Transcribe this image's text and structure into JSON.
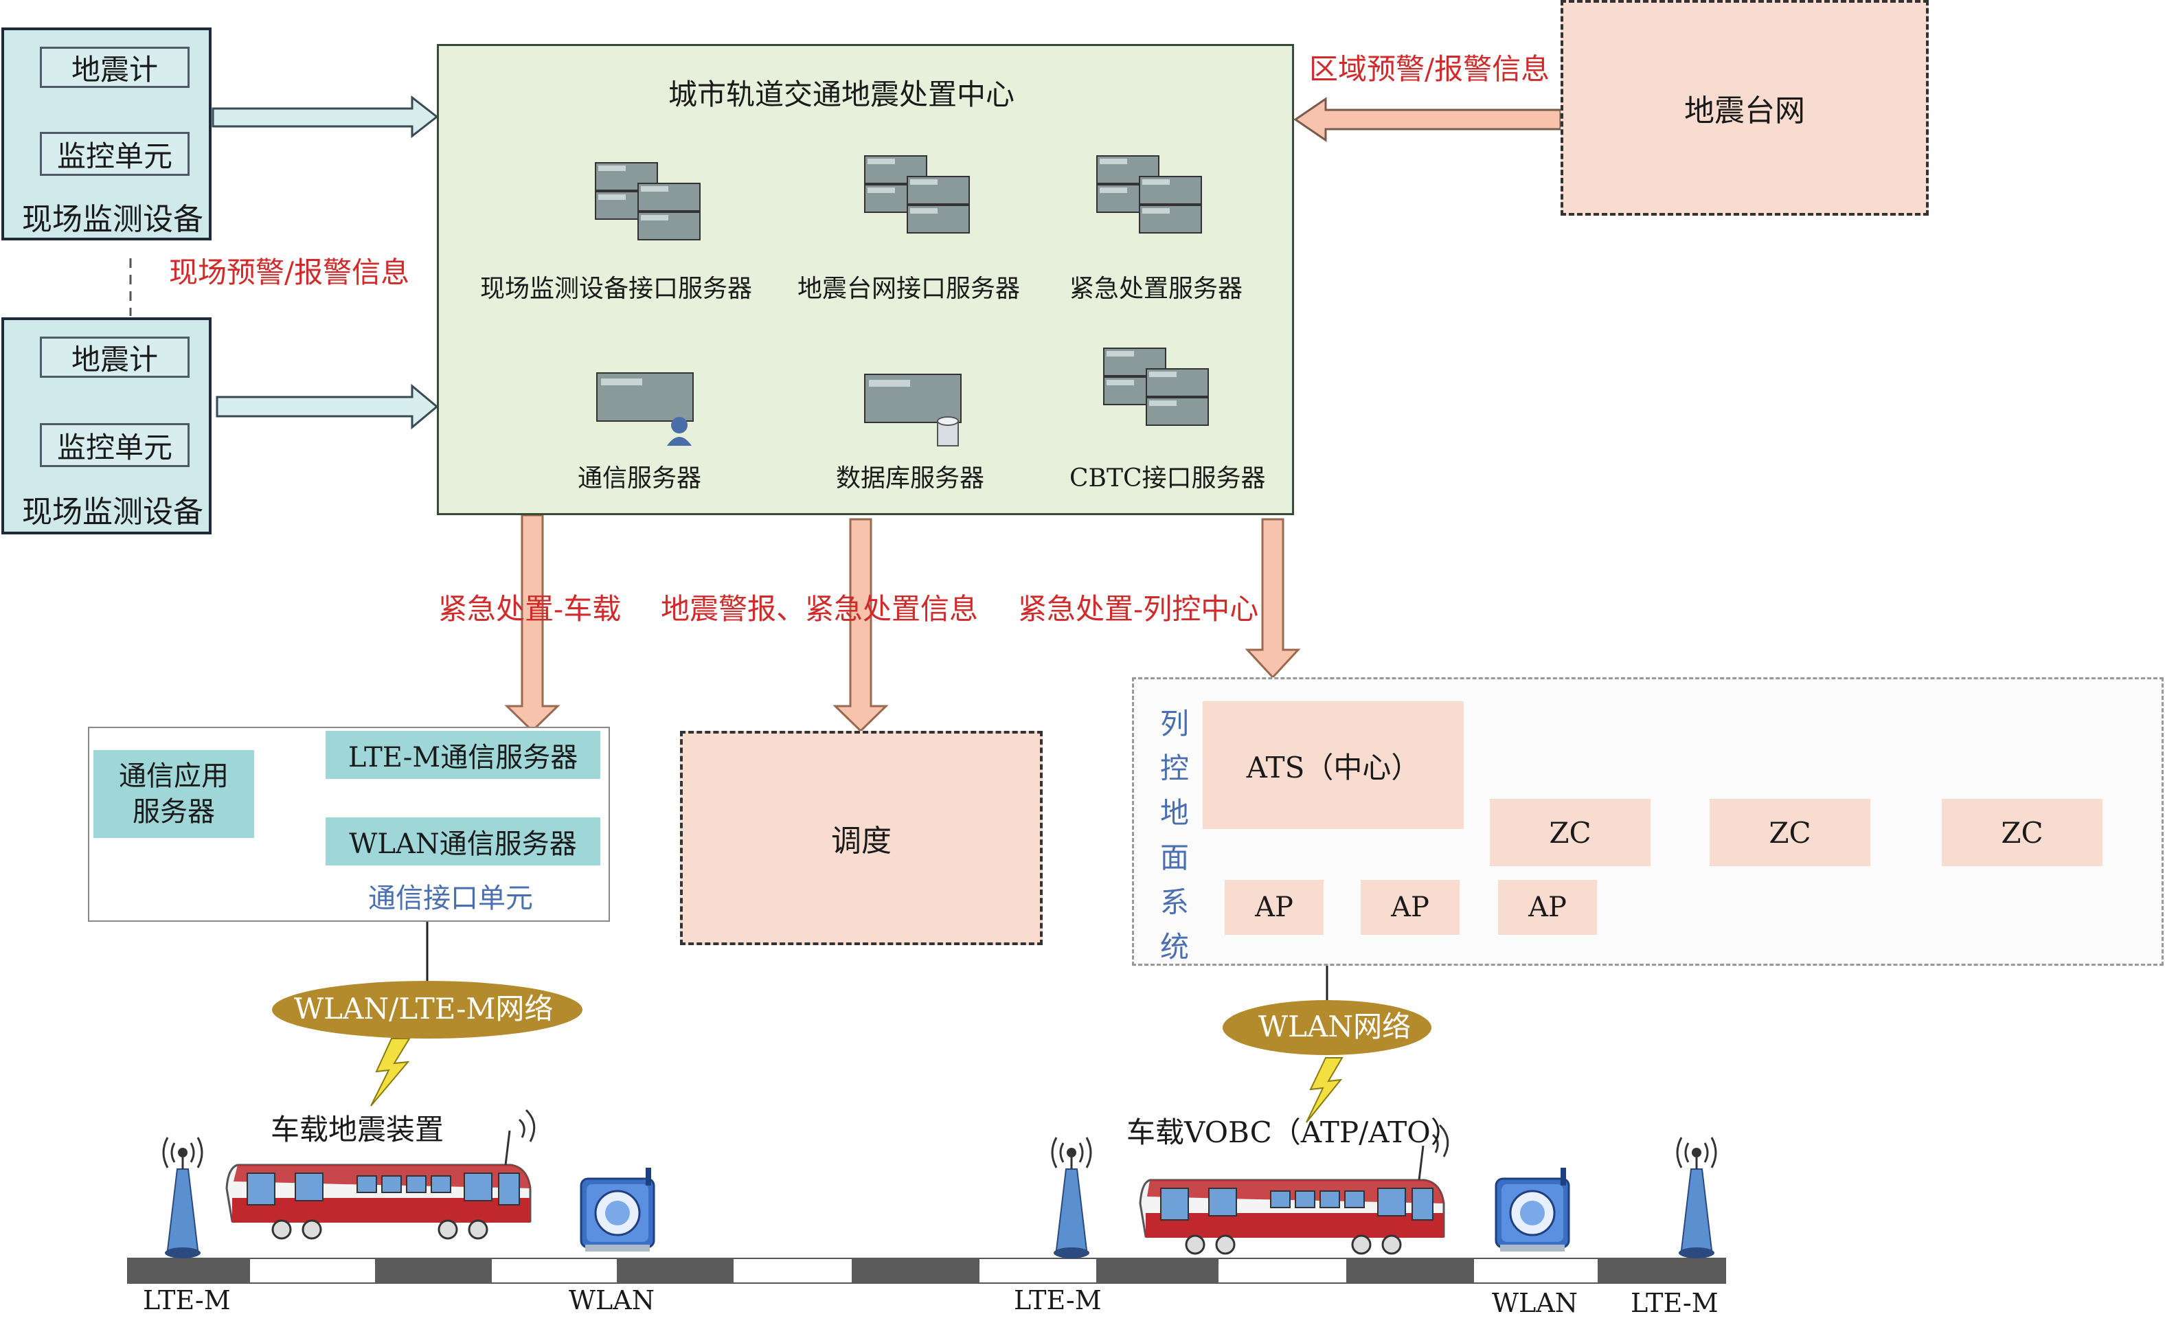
{
  "site_units": {
    "seismometer_label": "地震计",
    "monitor_label": "监控单元",
    "device_label": "现场监测设备",
    "warning_label": "现场预警/报警信息"
  },
  "center": {
    "title": "城市轨道交通地震处置中心",
    "servers": [
      {
        "label": "现场监测设备接口服务器",
        "icon": "server-cluster-icon"
      },
      {
        "label": "地震台网接口服务器",
        "icon": "server-cluster-icon"
      },
      {
        "label": "紧急处置服务器",
        "icon": "server-cluster-icon"
      },
      {
        "label": "通信服务器",
        "icon": "server-user-icon"
      },
      {
        "label": "数据库服务器",
        "icon": "server-database-icon"
      },
      {
        "label": "CBTC接口服务器",
        "icon": "server-cluster-icon"
      }
    ]
  },
  "seismic_network": {
    "label": "地震台网",
    "flow_label": "区域预警/报警信息"
  },
  "flows": {
    "to_vehicle": "紧急处置-车载",
    "to_dispatch": "地震警报、紧急处置信息",
    "to_control": "紧急处置-列控中心"
  },
  "comm_unit": {
    "app_server": "通信应用\n服务器",
    "lte_server": "LTE-M通信服务器",
    "wlan_server": "WLAN通信服务器",
    "title": "通信接口单元"
  },
  "dispatch": {
    "label": "调度"
  },
  "train_ground": {
    "title": "列\n控\n地\n面\n系\n统",
    "ats": "ATS（中心）",
    "zc": [
      "ZC",
      "ZC",
      "ZC"
    ],
    "ap": [
      "AP",
      "AP",
      "AP"
    ]
  },
  "networks": {
    "left": "WLAN/LTE-M网络",
    "right": "WLAN网络"
  },
  "vehicles": {
    "left_label": "车载地震装置",
    "right_label": "车载VOBC（ATP/ATO）"
  },
  "track_labels": [
    "LTE-M",
    "WLAN",
    "LTE-M",
    "WLAN",
    "LTE-M"
  ],
  "colors": {
    "text_red": "#d02a2a",
    "text_blue": "#4a6fb0",
    "center_fill": "#e6f0da",
    "site_fill": "#cfe9ea",
    "salmon_fill": "#f9dcd0",
    "arrow_fill": "#f8c3ad",
    "network_ellipse": "#b38a2c",
    "train_red": "#c0282d"
  }
}
